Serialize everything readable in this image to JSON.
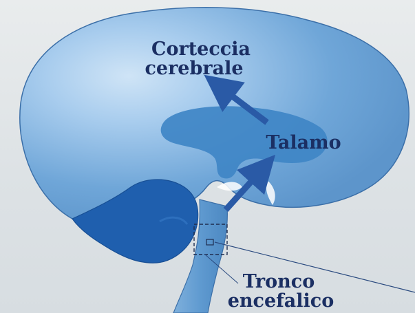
{
  "labels": {
    "corteccia_line1": "Corteccia",
    "corteccia_line2": "cerebrale",
    "talamo": "Talamo",
    "tronco_line1": "Tronco",
    "tronco_line2": "encefalico"
  },
  "colors": {
    "cerebrum": "#6fa6d8",
    "cerebrum_highlight": "#a9cdee",
    "thalamus": "#3f86c6",
    "cerebellum": "#1f5fae",
    "brainstem": "#5f9ad0",
    "arrow": "#2a5aa6",
    "outline": "#3b6fa8",
    "label": "#1b2f63",
    "background": "#e4e8ea"
  }
}
